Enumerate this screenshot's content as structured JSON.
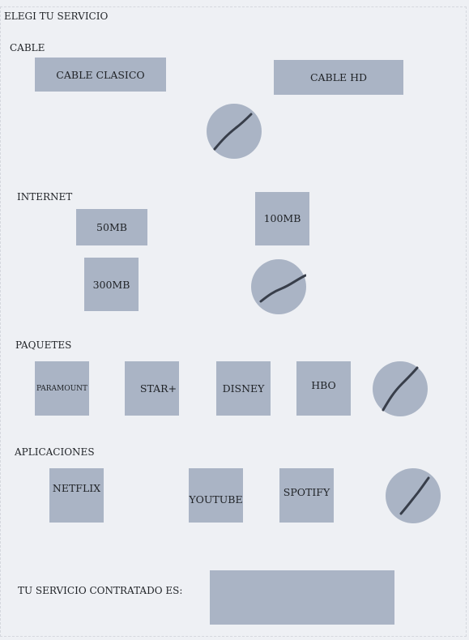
{
  "title": "ELEGI TU SERVICIO",
  "sections": {
    "cable": {
      "label": "CABLE",
      "options": [
        "CABLE CLASICO",
        "CABLE HD"
      ]
    },
    "internet": {
      "label": "INTERNET",
      "options": [
        "50MB",
        "100MB",
        "300MB"
      ]
    },
    "paquetes": {
      "label": "PAQUETES",
      "options": [
        "PARAMOUNT",
        "STAR+",
        "DISNEY",
        "HBO"
      ]
    },
    "aplicaciones": {
      "label": "APLICACIONES",
      "options": [
        "NETFLIX",
        "YOUTUBE",
        "SPOTIFY"
      ]
    }
  },
  "result": {
    "label": "TU SERVICIO CONTRATADO ES:",
    "value": ""
  },
  "colors": {
    "background": "#eef0f4",
    "tile": "#aab4c5",
    "stroke": "#383e4a"
  },
  "icons": {
    "clear": "slash-icon"
  }
}
